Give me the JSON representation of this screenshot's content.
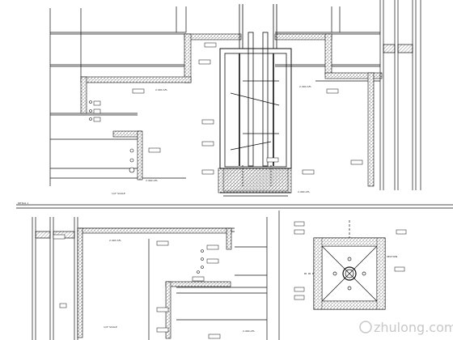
{
  "labels": {
    "elev_a": "2.400 AFL",
    "elev_b": "2.400 AFL",
    "elev_c": "2.400 AFL",
    "elev_d": "2.400 AFL",
    "elev_e": "2.400 AFL",
    "elev_f": "2.400 AFL",
    "scale_main": "1/4\" SCALE",
    "scale_lower": "1/4\" SCALE",
    "detail_caption": "SECTION",
    "section_title": "DETAIL 1"
  },
  "watermark": "zhulong.com",
  "colors": {
    "line": "#111111",
    "hatch": "#555555",
    "tag_fill": "#ffffff",
    "watermark": "#c8c8c8"
  }
}
